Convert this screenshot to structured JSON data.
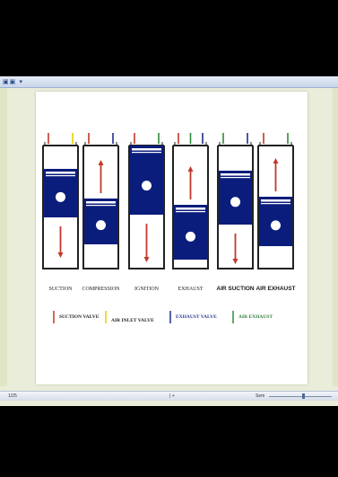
{
  "diagram": {
    "cylinders": [
      {
        "label": "SUCTION",
        "label_style": "serif",
        "motion": "down"
      },
      {
        "label": "COMPRESSION",
        "label_style": "serif",
        "motion": "up"
      },
      {
        "label": "IGNITION",
        "label_style": "serif",
        "motion": "down"
      },
      {
        "label": "EXHAUST",
        "label_style": "serif",
        "motion": "up"
      },
      {
        "label": "AIR SUCTION",
        "label_style": "bold",
        "motion": "down"
      },
      {
        "label": "AIR EXHAUST",
        "label_style": "bold",
        "motion": "up"
      }
    ],
    "legend": [
      {
        "label": "SUCTION VALVE",
        "color": "#c0392b"
      },
      {
        "label": "AIR INLET VALVE",
        "color": "#e6d100"
      },
      {
        "label": "EXHAUST VALVE",
        "color": "#1f2f8c"
      },
      {
        "label": "AIR EXHAUST",
        "color": "#2e8b3a"
      }
    ],
    "colors": {
      "piston": "#0b1d7c",
      "arrow": "#c0392b",
      "cylinder_wall": "#222222",
      "valve_red": "#c0392b",
      "valve_yellow": "#e6d100",
      "valve_blue": "#1f2f8c",
      "valve_green": "#2e8b3a"
    }
  },
  "status_bar": {
    "slide_info": "1/25",
    "notes_marker": "| +",
    "zoom_label": "Sem"
  },
  "toolbar": {
    "quick_access": "▣▣ ▾"
  }
}
